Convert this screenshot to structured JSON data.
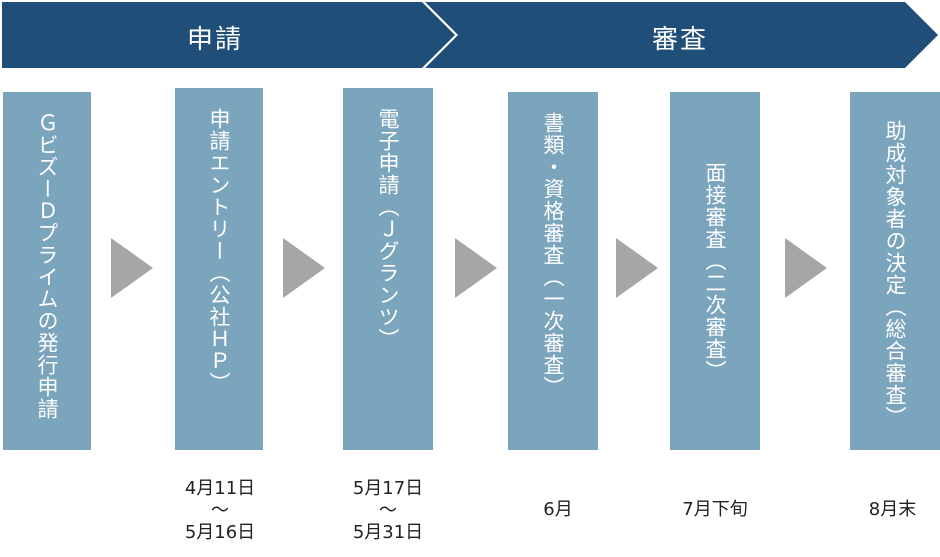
{
  "phases": [
    {
      "label": "申請"
    },
    {
      "label": "審査"
    }
  ],
  "steps": [
    {
      "text": "ＧビズーＤプライムの発行申請"
    },
    {
      "text": "申請エントリー（公社ＨＰ）"
    },
    {
      "text": "電子申請（Ｊグランツ）"
    },
    {
      "text": "書類・資格審査（一次審査）"
    },
    {
      "text": "面接審査（二次審査）"
    },
    {
      "text": "助成対象者の決定（総合審査）"
    }
  ],
  "dates": {
    "step2": {
      "start": "4月11日",
      "sep": "～",
      "end": "5月16日"
    },
    "step3": {
      "start": "5月17日",
      "sep": "～",
      "end": "5月31日"
    },
    "step4": "6月",
    "step5": "7月下旬",
    "step6": "8月末"
  },
  "colors": {
    "banner": "#1f4e79",
    "box": "#7ba5bd",
    "arrow": "#a6a6a6"
  }
}
